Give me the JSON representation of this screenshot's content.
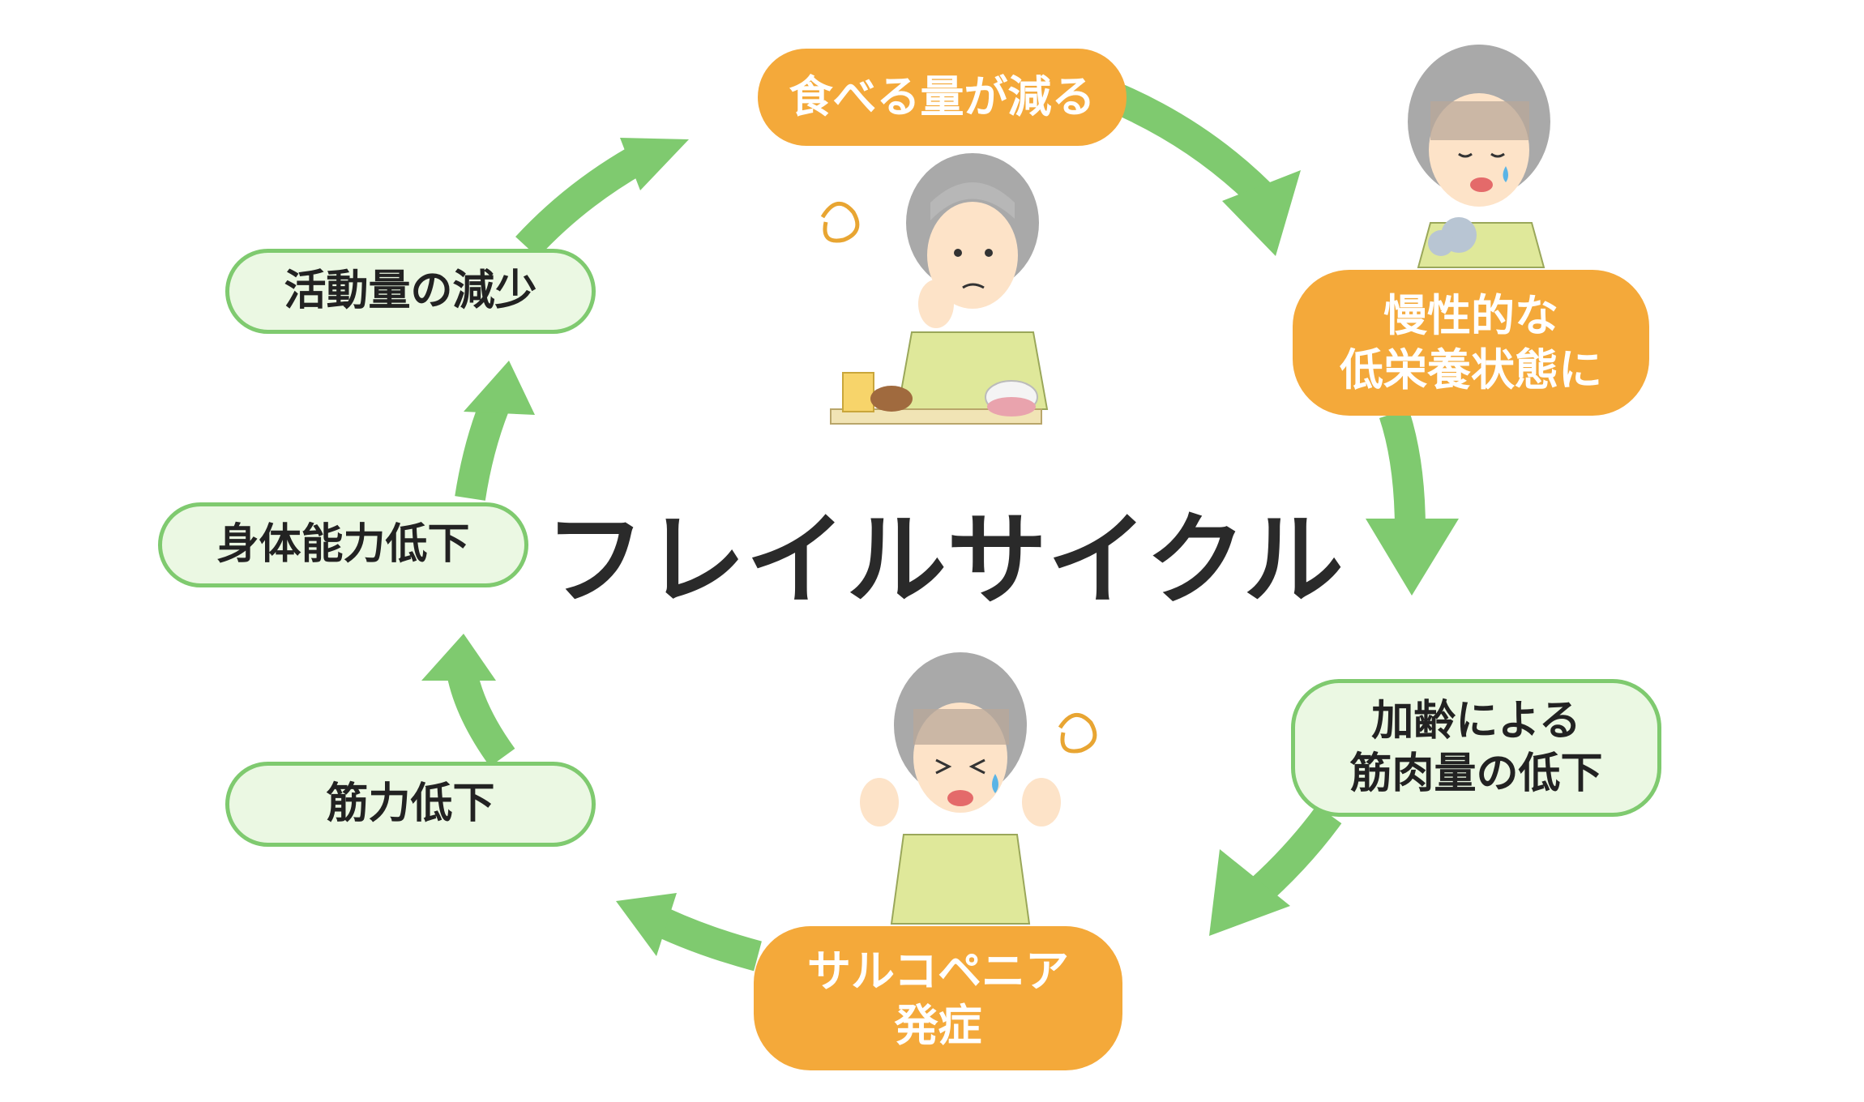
{
  "title": "フレイルサイクル",
  "colors": {
    "arrow": "#7fca6f",
    "orange_node": "#f4a93a",
    "green_node_fill": "#ebf8e3",
    "green_node_border": "#7fca6f",
    "title_text": "#2a2a2a"
  },
  "nodes": {
    "eat_less": {
      "lines": [
        "食べる量が減る"
      ]
    },
    "malnutrition": {
      "lines": [
        "慢性的な",
        "低栄養状態に"
      ]
    },
    "muscle_loss": {
      "lines": [
        "加齢による",
        "筋肉量の低下"
      ]
    },
    "sarcopenia": {
      "lines": [
        "サルコペニア",
        "発症"
      ]
    },
    "strength_loss": {
      "lines": [
        "筋力低下"
      ]
    },
    "physical_decline": {
      "lines": [
        "身体能力低下"
      ]
    },
    "activity_loss": {
      "lines": [
        "活動量の減少"
      ]
    }
  },
  "illustrations": [
    {
      "name": "worried-eating-woman-illustration",
      "icon": "elderly-woman-worried-at-meal"
    },
    {
      "name": "sad-sighing-woman-illustration",
      "icon": "elderly-woman-sighing"
    },
    {
      "name": "distressed-woman-illustration",
      "icon": "elderly-woman-distressed"
    }
  ]
}
